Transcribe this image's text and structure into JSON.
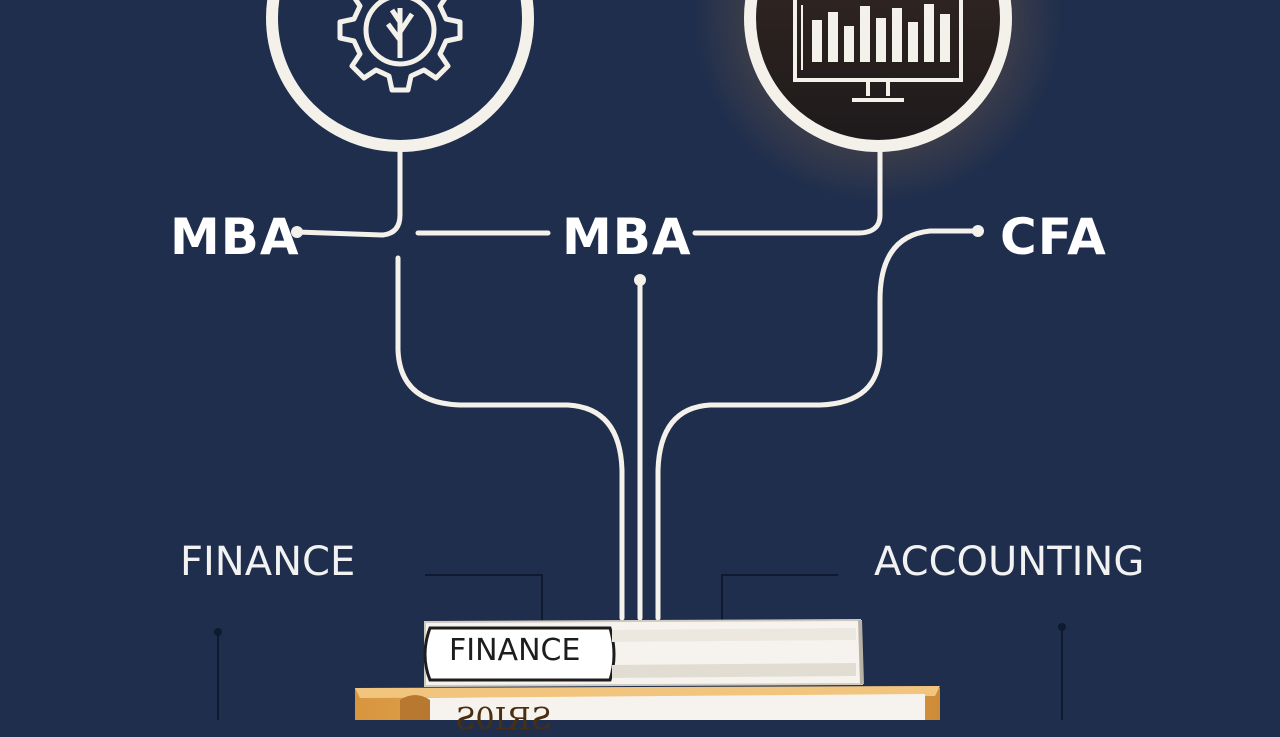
{
  "nodes": {
    "left": "MBA",
    "center": "MBA",
    "right": "CFA"
  },
  "side_labels": {
    "left": "FINANCE",
    "right": "ACCOUNTING"
  },
  "books": {
    "top": "FINANCE",
    "bottom": "Ƨ0IЯƧ"
  },
  "icons": {
    "left": "gear-plant-icon",
    "right": "bar-chart-monitor-icon"
  },
  "colors": {
    "background": "#1f2e4d",
    "line": "#f4f1ea",
    "accent": "#c98a3a",
    "book_cover": "#e3a94f"
  }
}
